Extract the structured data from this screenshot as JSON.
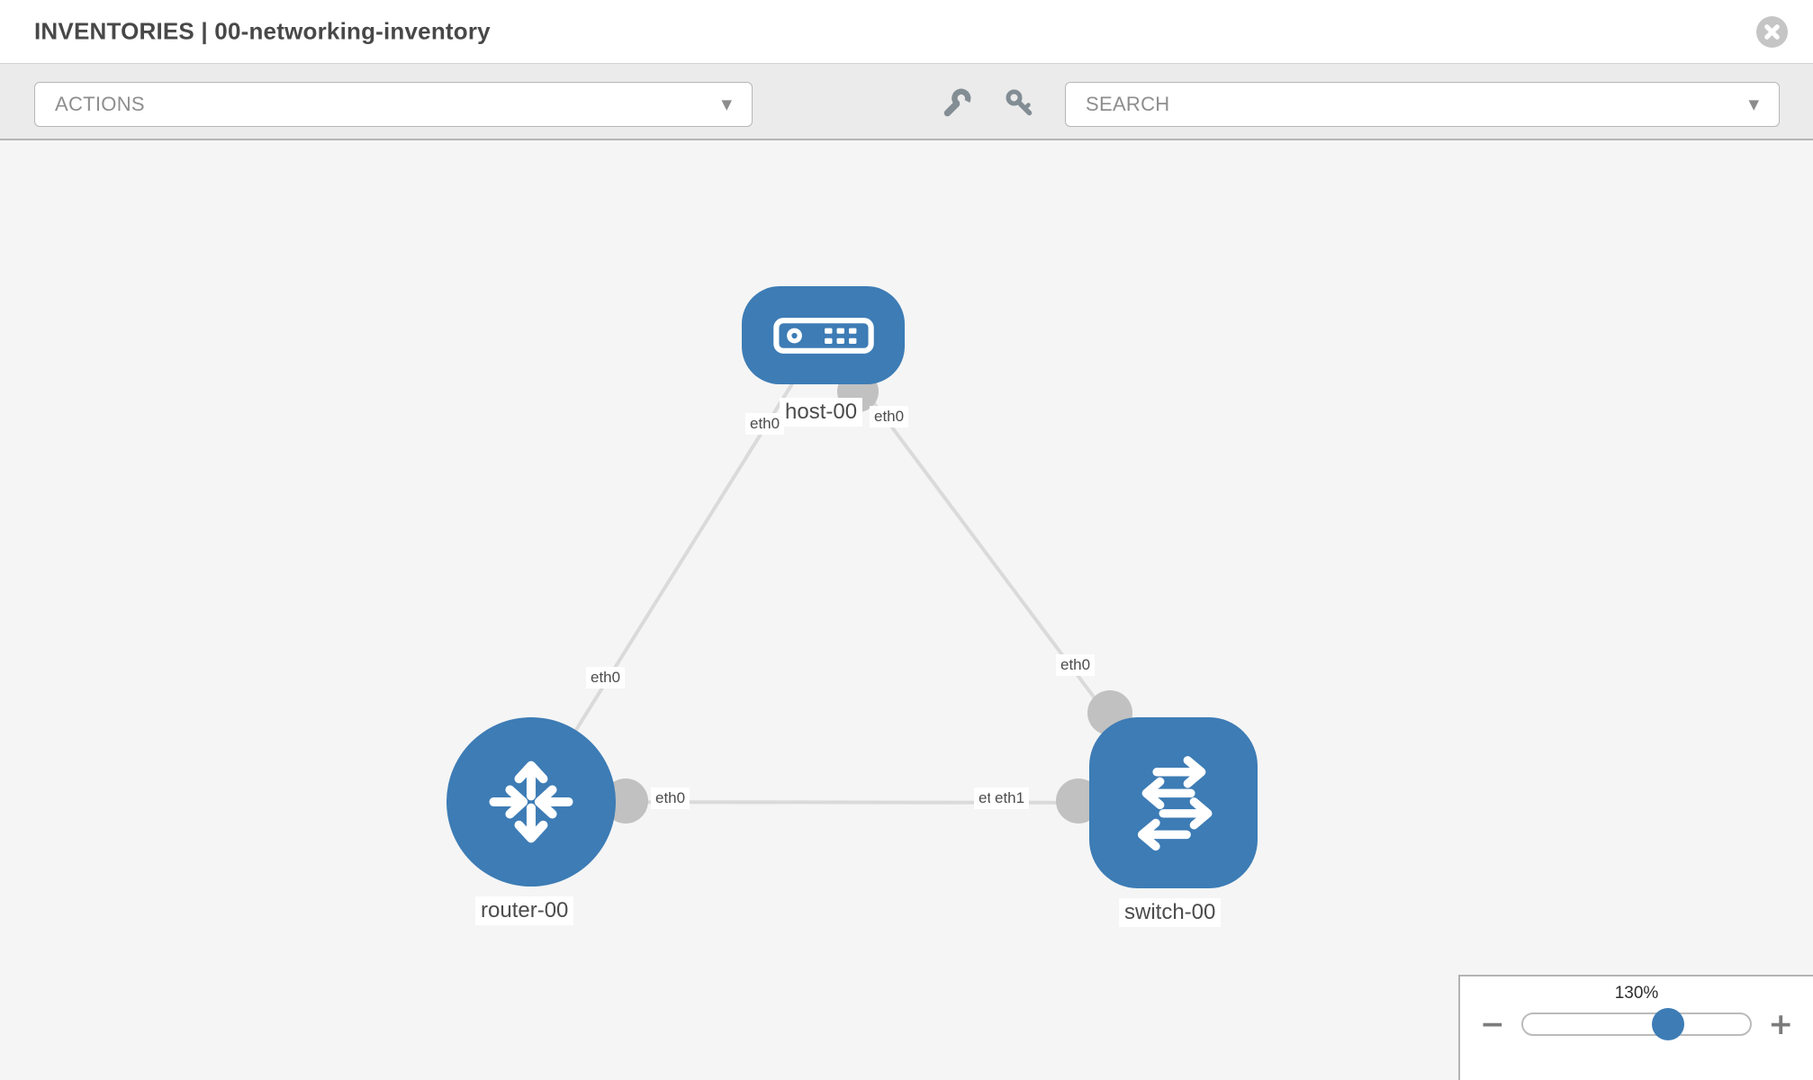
{
  "header": {
    "title": "INVENTORIES | 00-networking-inventory"
  },
  "toolbar": {
    "actions_label": "ACTIONS",
    "search_label": "SEARCH",
    "caret_glyph": "▼",
    "icon_names": [
      "wrench-icon",
      "key-icon"
    ]
  },
  "colors": {
    "node_blue": "#3d7cb5",
    "link_gray": "#dadada",
    "endpoint_gray": "#c1c1c1",
    "toolbar_bg": "#ebebeb",
    "canvas_bg": "#f5f5f5",
    "border_gray": "#b7b7b7"
  },
  "topology": {
    "nodes": [
      {
        "label": "host-00",
        "type": "host"
      },
      {
        "label": "router-00",
        "type": "router"
      },
      {
        "label": "switch-00",
        "type": "switch"
      }
    ],
    "links": [
      {
        "from": "host-00",
        "from_interface": "eth0",
        "to": "router-00",
        "to_interface": "eth0"
      },
      {
        "from": "host-00",
        "from_interface": "eth0",
        "to": "switch-00",
        "to_interface": "eth0"
      },
      {
        "from": "router-00",
        "from_interface": "eth0",
        "to": "switch-00",
        "to_interface": "eth1"
      }
    ],
    "interface_labels": [
      {
        "id": "host-eth0-left",
        "text": "eth0"
      },
      {
        "id": "host-eth0-right",
        "text": "eth0"
      },
      {
        "id": "router-eth0-diagonal",
        "text": "eth0"
      },
      {
        "id": "switch-eth0-top",
        "text": "eth0"
      },
      {
        "id": "router-eth0-horizontal",
        "text": "eth0"
      },
      {
        "id": "switch-eth0-horizontal",
        "text": "eth0"
      },
      {
        "id": "switch-eth1-horizontal",
        "text": "eth1"
      }
    ]
  },
  "zoom_control": {
    "value": "130%",
    "minus": "−",
    "plus": "+"
  }
}
